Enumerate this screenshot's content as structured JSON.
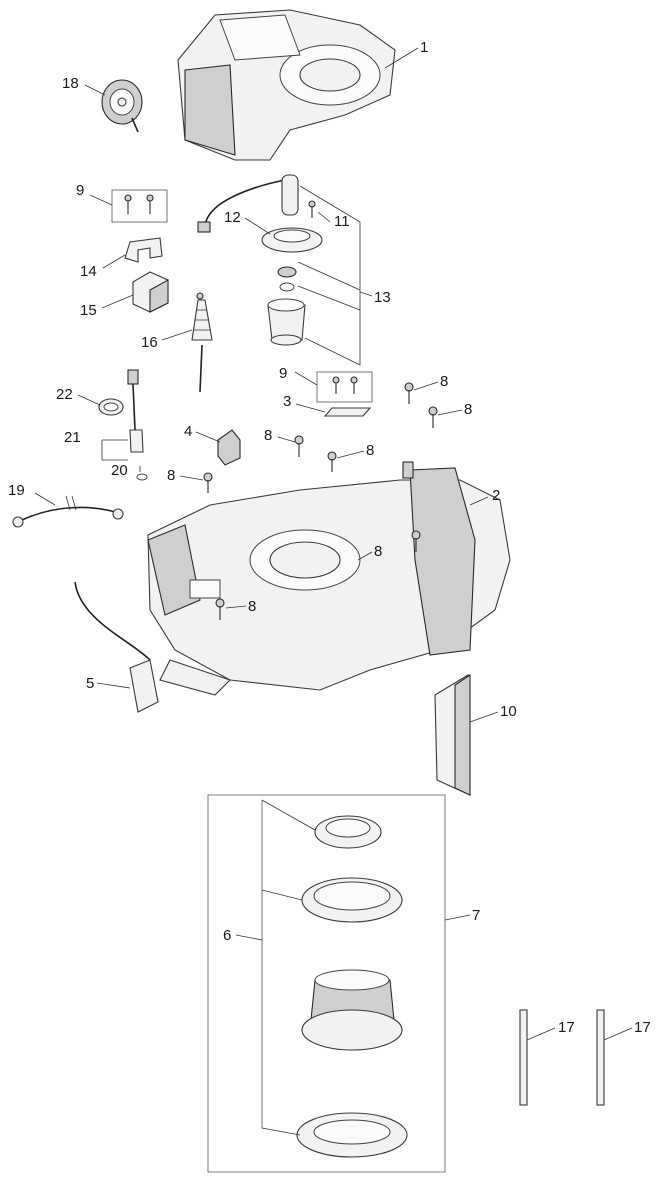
{
  "callouts": {
    "c1": "1",
    "c2": "2",
    "c3": "3",
    "c4": "4",
    "c5": "5",
    "c6": "6",
    "c7": "7",
    "c8a": "8",
    "c8b": "8",
    "c8c": "8",
    "c8d": "8",
    "c8e": "8",
    "c8f": "8",
    "c8g": "8",
    "c9a": "9",
    "c9b": "9",
    "c10": "10",
    "c11": "11",
    "c12": "12",
    "c13": "13",
    "c14": "14",
    "c15": "15",
    "c16": "16",
    "c17a": "17",
    "c17b": "17",
    "c18": "18",
    "c19": "19",
    "c20": "20",
    "c21": "21",
    "c22": "22"
  },
  "colors": {
    "line": "#333333",
    "part_fill": "#f2f2f2",
    "part_shade": "#cfcfcf",
    "background": "#ffffff"
  }
}
